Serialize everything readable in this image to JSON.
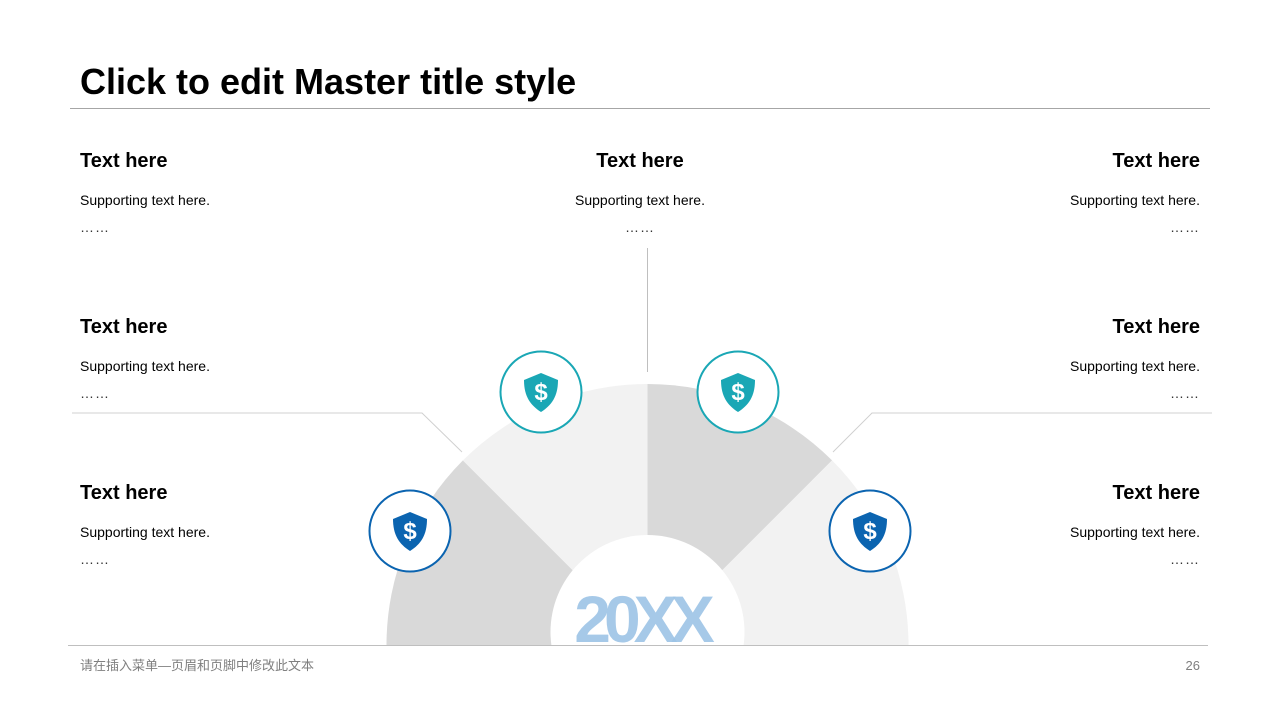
{
  "slide": {
    "title": "Click to edit Master title style",
    "footer": "请在插入菜单—页眉和页脚中修改此文本",
    "page_number": "26"
  },
  "blocks": [
    {
      "heading": "Text here",
      "support": "Supporting text here.",
      "dots": "……"
    },
    {
      "heading": "Text here",
      "support": "Supporting text here.",
      "dots": "……"
    },
    {
      "heading": "Text here",
      "support": "Supporting text here.",
      "dots": "……"
    },
    {
      "heading": "Text here",
      "support": "Supporting text here.",
      "dots": "……"
    },
    {
      "heading": "Text here",
      "support": "Supporting text here.",
      "dots": "……"
    },
    {
      "heading": "Text here",
      "support": "Supporting text here.",
      "dots": "……"
    },
    {
      "heading": "Text here",
      "support": "Supporting text here.",
      "dots": "……"
    }
  ],
  "center_label": "20XX",
  "icons": [
    "shield-dollar-icon",
    "shield-dollar-icon",
    "shield-dollar-icon",
    "shield-dollar-icon"
  ],
  "colors": {
    "teal": "#1aa7b5",
    "blue": "#0b64b0",
    "gray_dark": "#d9d9d9",
    "gray_light": "#f2f2f2",
    "label_blue": "#9cc3e6"
  }
}
